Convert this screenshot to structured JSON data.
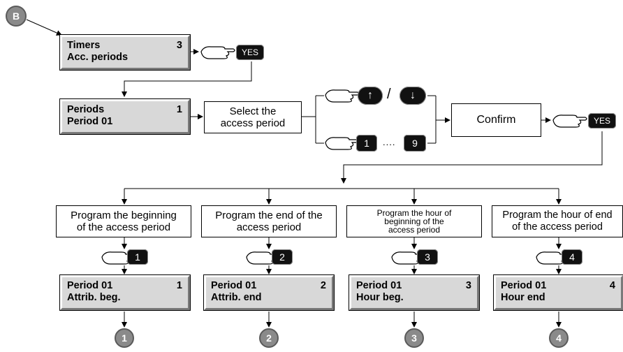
{
  "start_marker": "B",
  "timers_display": {
    "line1": "Timers",
    "line2": "Acc. periods",
    "num": "3"
  },
  "periods_display": {
    "line1": "Periods",
    "line2": "Period 01",
    "num": "1"
  },
  "yes_label": "YES",
  "select_box": {
    "line1": "Select the",
    "line2": "access period"
  },
  "up_arrow": "↑",
  "down_arrow": "↓",
  "slash": "/",
  "digit_first": "1",
  "digit_last": "9",
  "ellipsis": "....",
  "confirm_box": "Confirm",
  "steps": [
    {
      "l1": "Program the beginning",
      "l2": "of the access period",
      "l3": "",
      "key": "1",
      "disp1": "Period 01",
      "disp2": "Attrib. beg.",
      "num": "1",
      "circle": "1"
    },
    {
      "l1": "Program the end of the",
      "l2": "access period",
      "l3": "",
      "key": "2",
      "disp1": "Period 01",
      "disp2": "Attrib. end",
      "num": "2",
      "circle": "2"
    },
    {
      "l1": "Program the hour of",
      "l2": "beginning of the",
      "l3": "access period",
      "key": "3",
      "disp1": "Period 01",
      "disp2": "Hour beg.",
      "num": "3",
      "circle": "3"
    },
    {
      "l1": "Program the hour of end",
      "l2": "of the access period",
      "l3": "",
      "key": "4",
      "disp1": "Period 01",
      "disp2": "Hour end",
      "num": "4",
      "circle": "4"
    }
  ]
}
